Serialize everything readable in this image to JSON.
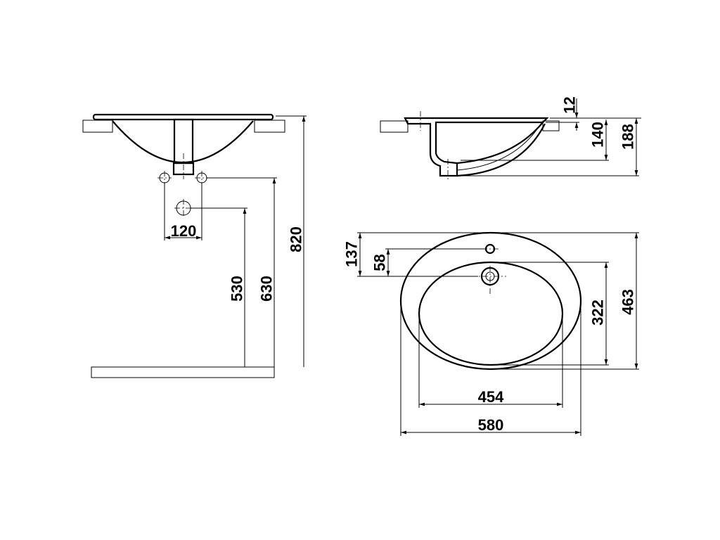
{
  "title": "Oval countertop washbasin installation drawing",
  "dimensions": {
    "tap_spacing": "120",
    "drain_height": "530",
    "supply_height": "630",
    "rim_height": "820",
    "rim_thickness": "12",
    "bowl_depth": "140",
    "total_depth": "188",
    "tap_hole_offset": "137",
    "overflow_offset": "58",
    "inner_depth": "322",
    "outer_depth": "463",
    "inner_width": "454",
    "outer_width": "580"
  }
}
